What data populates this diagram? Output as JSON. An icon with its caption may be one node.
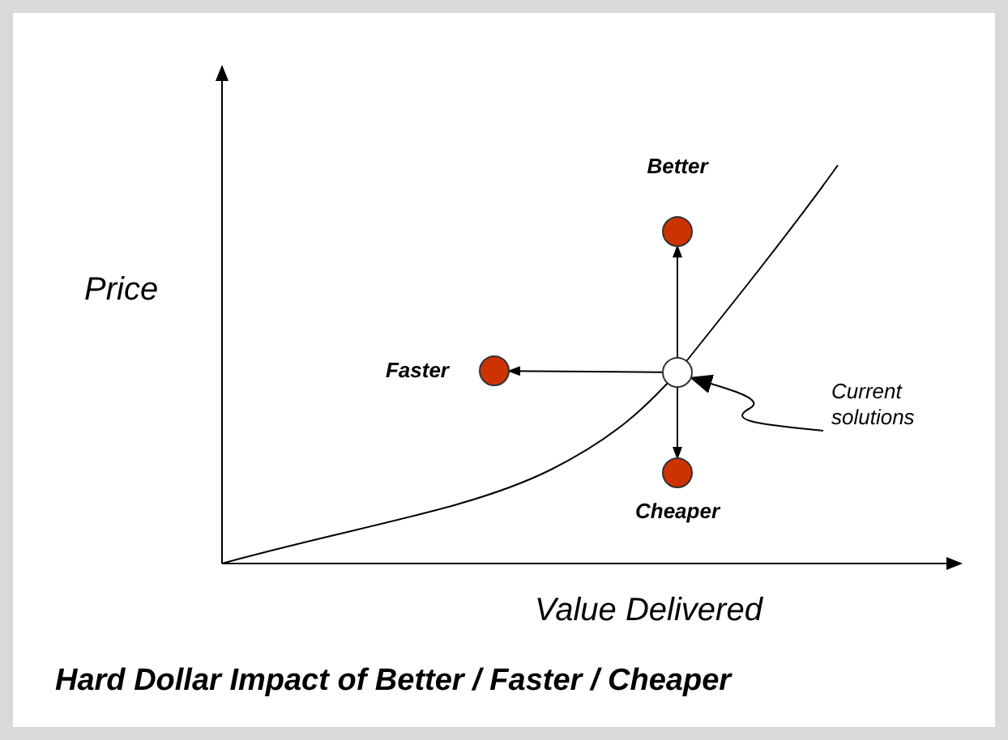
{
  "diagram": {
    "caption": "Hard Dollar Impact of Better / Faster / Cheaper",
    "nodes": [
      {
        "text": [],
        "shape": "circle"
      },
      {
        "text": [
          "Better"
        ]
      },
      {
        "text": [
          "Faster"
        ]
      },
      {
        "text": [
          "Cheaper"
        ]
      },
      {
        "text": [
          "Current solutions"
        ]
      }
    ],
    "edges": [
      {
        "from": 0,
        "to": 1,
        "arrow": "to"
      },
      {
        "from": 0,
        "to": 2,
        "arrow": "to"
      },
      {
        "from": 0,
        "to": 3,
        "arrow": "to"
      },
      {
        "from": 4,
        "to": 0,
        "arrow": "to"
      }
    ],
    "labels": [
      "Price",
      "Value Delivered"
    ]
  }
}
